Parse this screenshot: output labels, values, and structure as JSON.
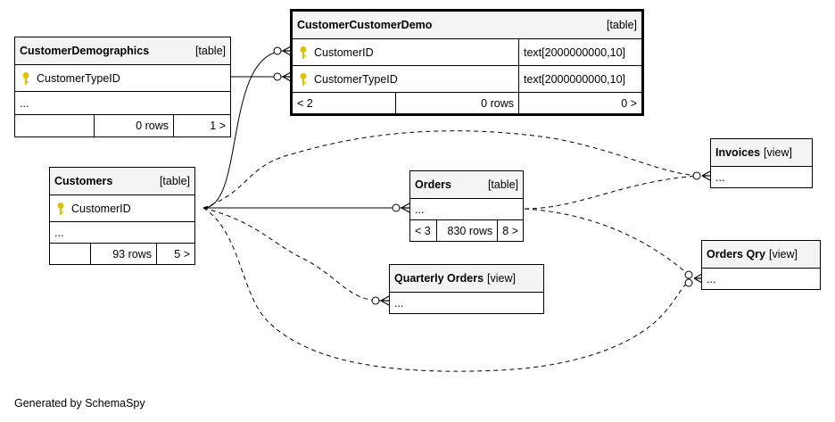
{
  "tables": {
    "customer_demographics": {
      "name": "CustomerDemographics",
      "type": "[table]",
      "columns": [
        "CustomerTypeID"
      ],
      "more": "...",
      "footer": [
        "",
        "0 rows",
        "1 >"
      ]
    },
    "customer_customer_demo": {
      "name": "CustomerCustomerDemo",
      "type": "[table]",
      "columns": [
        {
          "name": "CustomerID",
          "dtype": "text[2000000000,10]"
        },
        {
          "name": "CustomerTypeID",
          "dtype": "text[2000000000,10]"
        }
      ],
      "footer": [
        "< 2",
        "0 rows",
        "0 >"
      ]
    },
    "customers": {
      "name": "Customers",
      "type": "[table]",
      "columns": [
        "CustomerID"
      ],
      "more": "...",
      "footer": [
        "",
        "93 rows",
        "5 >"
      ]
    },
    "orders": {
      "name": "Orders",
      "type": "[table]",
      "more": "...",
      "footer": [
        "< 3",
        "830 rows",
        "8 >"
      ]
    },
    "invoices": {
      "name": "Invoices",
      "type": "[view]",
      "more": "..."
    },
    "orders_qry": {
      "name": "Orders Qry",
      "type": "[view]",
      "more": "..."
    },
    "quarterly_orders": {
      "name": "Quarterly Orders",
      "type": "[view]",
      "more": "..."
    }
  },
  "footer_text": "Generated by SchemaSpy",
  "colors": {
    "header_bg": "#f4f4f4",
    "key_icon": "#e0c000",
    "line": "#000000"
  }
}
